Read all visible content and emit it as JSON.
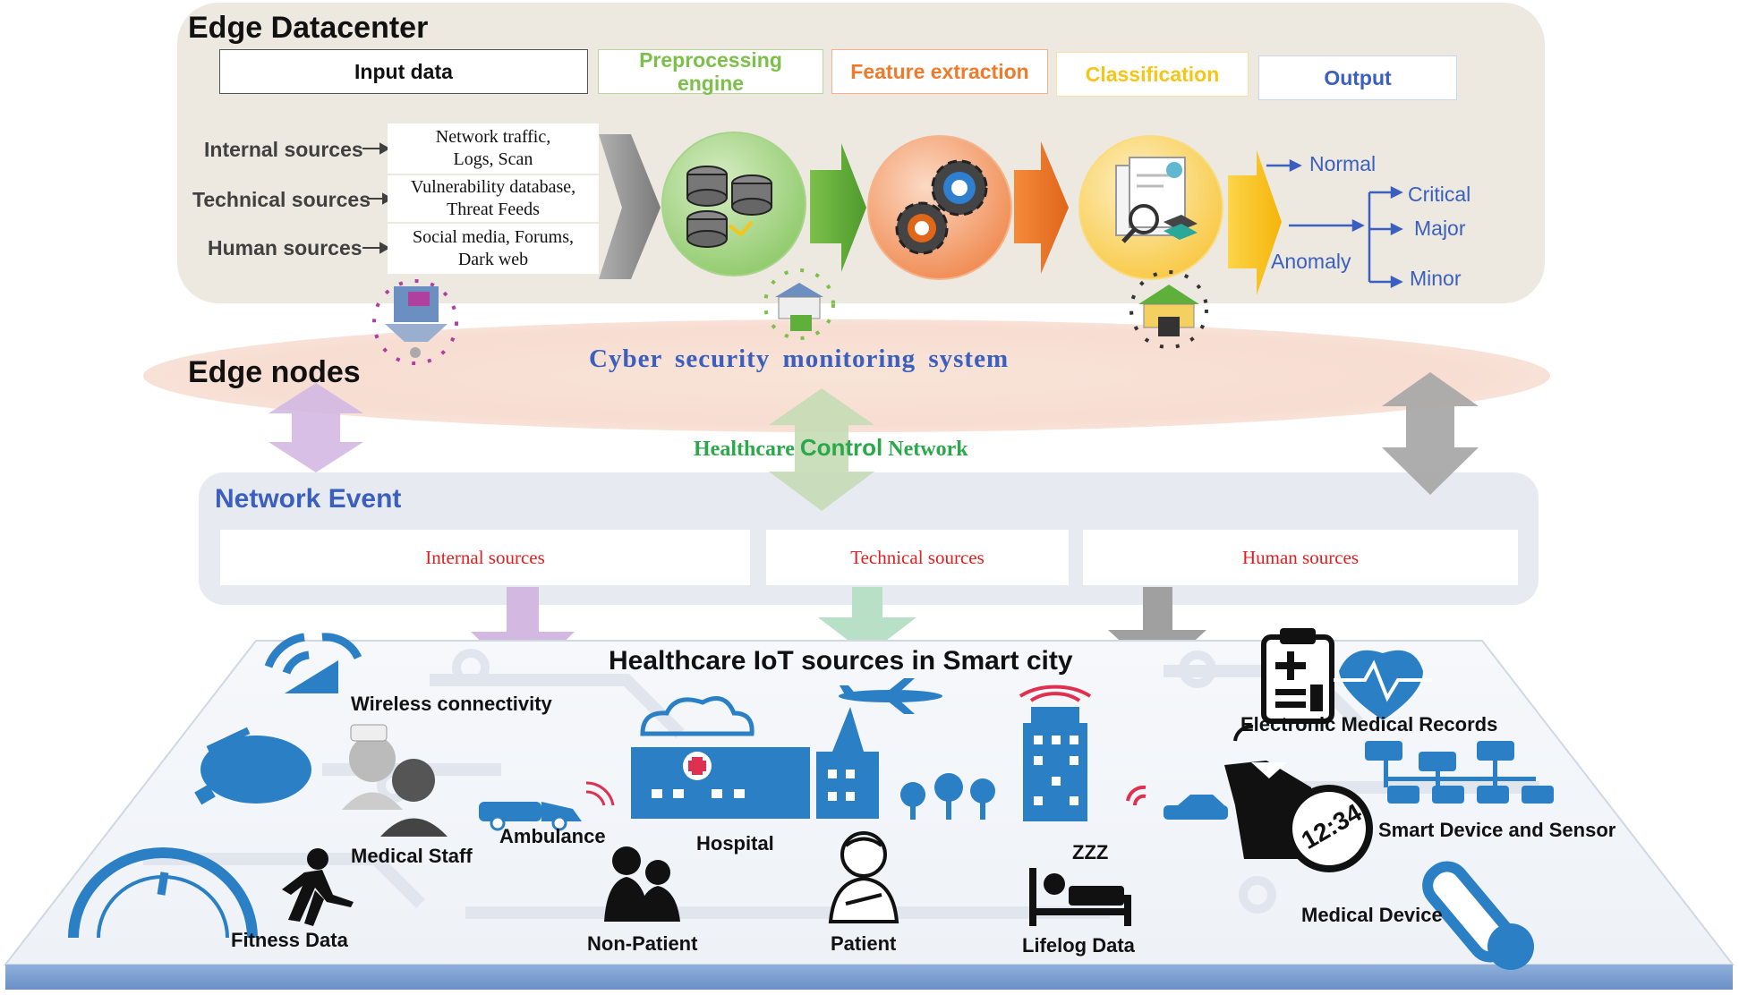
{
  "datacenter": {
    "title": "Edge Datacenter",
    "stages": [
      {
        "label": "Input data",
        "color": "#111111"
      },
      {
        "label": "Preprocessing engine",
        "color": "#7cc04a"
      },
      {
        "label": "Feature extraction",
        "color": "#f07a2a"
      },
      {
        "label": "Classification",
        "color": "#f5c518"
      },
      {
        "label": "Output",
        "color": "#3a5fbf"
      }
    ],
    "sources": [
      {
        "label": "Internal sources",
        "detail": [
          "Network traffic,",
          "Logs, Scan"
        ]
      },
      {
        "label": "Technical sources",
        "detail": [
          "Vulnerability database,",
          "Threat Feeds"
        ]
      },
      {
        "label": "Human sources",
        "detail": [
          "Social media, Forums,",
          "Dark web"
        ]
      }
    ],
    "output": {
      "normal": "Normal",
      "anomaly": "Anomaly",
      "levels": [
        "Critical",
        "Major",
        "Minor"
      ]
    }
  },
  "edge_nodes": {
    "title": "Edge nodes",
    "monitoring": "Cyber security monitoring system",
    "network_prefix": "Healthcare",
    "network_mid": "Control",
    "network_suffix": "Network"
  },
  "network_event": {
    "title": "Network Event",
    "sources": [
      "Internal sources",
      "Technical sources",
      "Human sources"
    ]
  },
  "iot": {
    "title": "Healthcare IoT sources in Smart city",
    "labels": {
      "wireless": "Wireless connectivity",
      "emr": "Electronic Medical Records",
      "medical_staff": "Medical Staff",
      "ambulance": "Ambulance",
      "hospital": "Hospital",
      "smart_device": "Smart Device and Sensor",
      "zzz": "ZZZ",
      "fitness": "Fitness Data",
      "non_patient": "Non-Patient",
      "patient": "Patient",
      "lifelog": "Lifelog Data",
      "medical_device": "Medical Device",
      "clock": "12:34"
    }
  },
  "colors": {
    "panel": "#ede9e0",
    "network_panel": "#e7eaf0",
    "ellipse": "#f7ddd2",
    "gray_arrow": "#8c8c8c",
    "green_arrow": "#5fb03a",
    "orange_arrow": "#f07a2a",
    "yellow_arrow": "#f9c01a",
    "iot_blue": "#2a7fc5",
    "red_text": "#e02020",
    "blue_text": "#3a5fbf"
  }
}
